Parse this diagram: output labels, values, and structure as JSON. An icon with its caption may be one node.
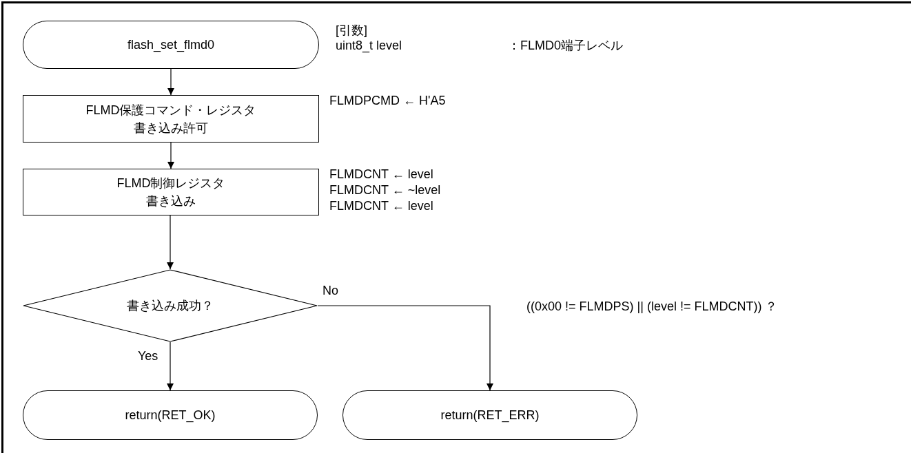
{
  "diagram": {
    "nodes": [
      {
        "text": [
          "flash_set_flmd0"
        ],
        "beside": [
          "[引数]",
          "uint8_t level"
        ]
      },
      {
        "text": [
          "FLMD保護コマンド・レジスタ書き込み許可"
        ],
        "beside": [
          "FLMDPCMD ← H'A5"
        ]
      },
      {
        "text": [
          "FLMD制御レジスタ書き込み"
        ],
        "beside": [
          "FLMDCNT ← level",
          "FLMDCNT ← ~level",
          "FLMDCNT ← level"
        ]
      },
      {
        "text": [
          "書き込み成功？"
        ]
      },
      {
        "text": [
          "return(RET_OK)"
        ]
      },
      {
        "text": [
          "return(RET_ERR)"
        ]
      }
    ],
    "edges": [
      {
        "from": 0,
        "to": 1,
        "arrow": "to"
      },
      {
        "from": 1,
        "to": 2,
        "arrow": "to"
      },
      {
        "from": 2,
        "to": 3,
        "arrow": "to"
      },
      {
        "from": 3,
        "to": 4,
        "arrow": "to",
        "label": "Yes"
      },
      {
        "from": 3,
        "to": 5,
        "arrow": "to",
        "label": "No"
      }
    ],
    "labels": [
      "：FLMD0端子レベル",
      "((0x00 != FLMDPS) || (level != FLMDCNT)) ？"
    ]
  }
}
